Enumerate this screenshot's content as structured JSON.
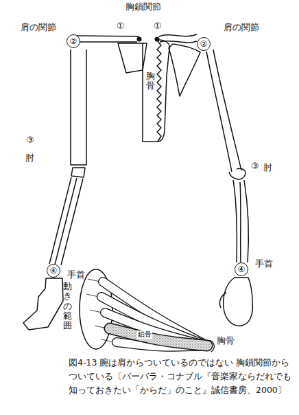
{
  "diagram": {
    "caption": "図4-13 腕は肩からついているのではない 胸鎖関節からついている〔バーバラ・コナブル『音楽家ならだれでも知っておきたい「からだ」のこと』誠信書房、2000〕",
    "nodes": [
      {
        "text": [
          "②"
        ]
      },
      {
        "text": [
          "②"
        ]
      },
      {
        "text": [
          "④"
        ]
      },
      {
        "text": [
          "④"
        ]
      }
    ],
    "labels": [
      "胸鎖関節",
      "①",
      "①",
      "肩の関節",
      "肩の関節",
      "胸骨",
      "③",
      "肘",
      "③",
      "肘",
      "手首",
      "手首",
      "動きの範囲",
      "鎖骨",
      "胸骨"
    ]
  }
}
